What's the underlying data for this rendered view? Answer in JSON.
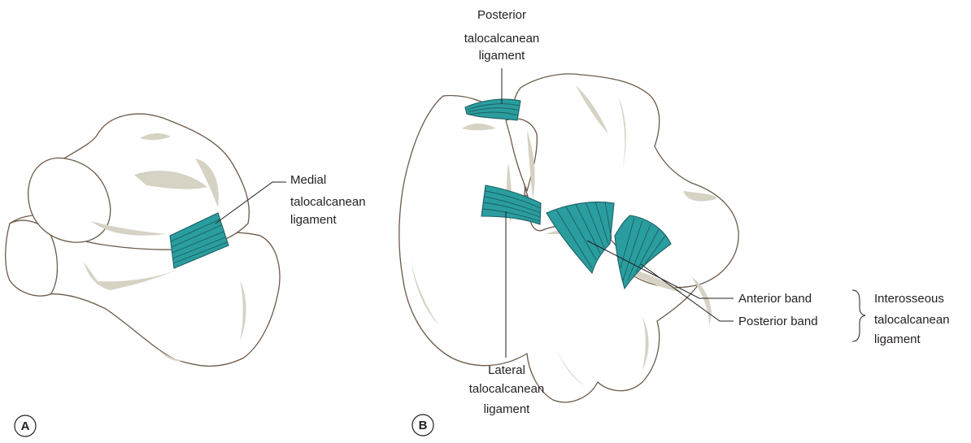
{
  "panel_a": {
    "letter": "A",
    "medial_label": [
      "Medial",
      "talocalcanean",
      "ligament"
    ]
  },
  "panel_b": {
    "letter": "B",
    "posterior_label": [
      "Posterior",
      "talocalcanean",
      "ligament"
    ],
    "lateral_label": [
      "Lateral",
      "talocalcanean",
      "ligament"
    ],
    "anterior_band": "Anterior band",
    "posterior_band": "Posterior band",
    "interosseous_label": [
      "Interosseous",
      "talocalcanean",
      "ligament"
    ]
  },
  "colors": {
    "ligament": "#2a9d9f",
    "bone_outline": "#6b5a4a",
    "bone_shading": "#d6d2c4"
  }
}
